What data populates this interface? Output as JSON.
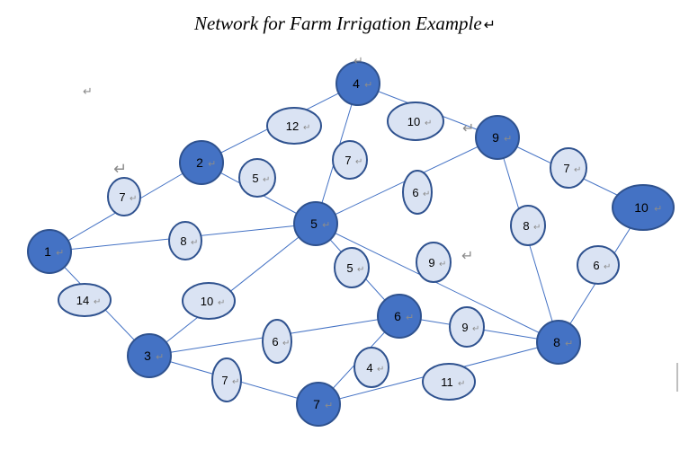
{
  "title": "Network for Farm Irrigation Example",
  "colors": {
    "node_fill": "#4472C4",
    "node_stroke": "#2F528F",
    "weight_fill": "#DAE3F3",
    "edge": "#4472C4"
  },
  "nodes": [
    {
      "id": "1",
      "label": "1"
    },
    {
      "id": "2",
      "label": "2"
    },
    {
      "id": "3",
      "label": "3"
    },
    {
      "id": "4",
      "label": "4"
    },
    {
      "id": "5",
      "label": "5"
    },
    {
      "id": "6",
      "label": "6"
    },
    {
      "id": "7",
      "label": "7"
    },
    {
      "id": "8",
      "label": "8"
    },
    {
      "id": "9",
      "label": "9"
    },
    {
      "id": "10",
      "label": "10"
    }
  ],
  "edges": [
    {
      "from": "1",
      "to": "2",
      "weight": "7"
    },
    {
      "from": "1",
      "to": "5",
      "weight": "8"
    },
    {
      "from": "1",
      "to": "3",
      "weight": "14"
    },
    {
      "from": "2",
      "to": "4",
      "weight": "12"
    },
    {
      "from": "2",
      "to": "5",
      "weight": "5"
    },
    {
      "from": "3",
      "to": "5",
      "weight": "10"
    },
    {
      "from": "3",
      "to": "6",
      "weight": "6"
    },
    {
      "from": "3",
      "to": "7",
      "weight": "7"
    },
    {
      "from": "4",
      "to": "5",
      "weight": "7"
    },
    {
      "from": "4",
      "to": "9",
      "weight": "10"
    },
    {
      "from": "5",
      "to": "9",
      "weight": "6"
    },
    {
      "from": "5",
      "to": "6",
      "weight": "5"
    },
    {
      "from": "5",
      "to": "8",
      "weight": "9"
    },
    {
      "from": "6",
      "to": "7",
      "weight": "4"
    },
    {
      "from": "6",
      "to": "8",
      "weight": "9"
    },
    {
      "from": "7",
      "to": "8",
      "weight": "11"
    },
    {
      "from": "9",
      "to": "8",
      "weight": "8"
    },
    {
      "from": "9",
      "to": "10",
      "weight": "7"
    },
    {
      "from": "10",
      "to": "8",
      "weight": "6"
    }
  ]
}
